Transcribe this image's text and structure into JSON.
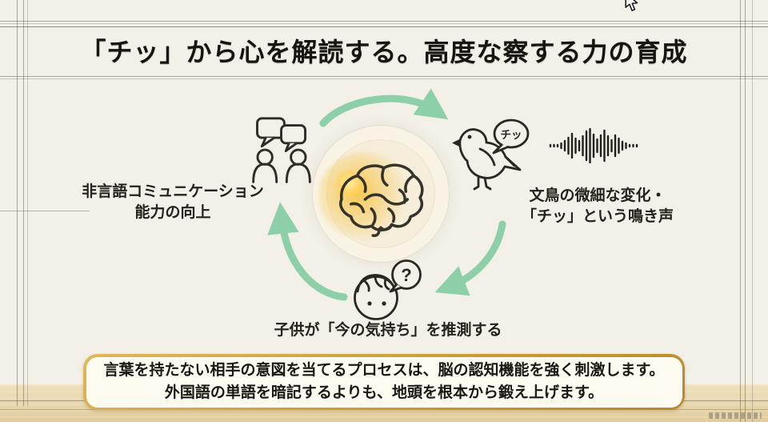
{
  "title": "「チッ」から心を解読する。高度な察する力の育成",
  "cycle": {
    "left_label": {
      "lines": [
        "非言語コミュニケーション",
        "能力の向上"
      ]
    },
    "right_label": {
      "lines": [
        "文鳥の微細な変化・",
        "「チッ」という鳴き声"
      ]
    },
    "bottom_label": "子供が「今の気持ち」を推測する",
    "bird_bubble": "チッ",
    "child_bubble": "?"
  },
  "callout": {
    "lines": [
      "言葉を持たない相手の意図を当てるプロセスは、脳の認知機能を強く刺激します。",
      "外国語の単語を暗記するよりも、地頭を根本から鍛え上げます。"
    ]
  },
  "icons": {
    "center": "brain-icon",
    "top_right": [
      "bird-icon",
      "soundwave-icon"
    ],
    "top_left": "people-conversation-icon",
    "bottom": "child-question-icon",
    "pointer": "mouse-cursor-icon"
  },
  "colors": {
    "background": "#f3f0e7",
    "floor": "#e8d6ac",
    "accent_green": "#8ccfa9",
    "gold_border": "#c9992f",
    "glow_yellow": "#f8c038",
    "ink": "#1d1c17"
  }
}
